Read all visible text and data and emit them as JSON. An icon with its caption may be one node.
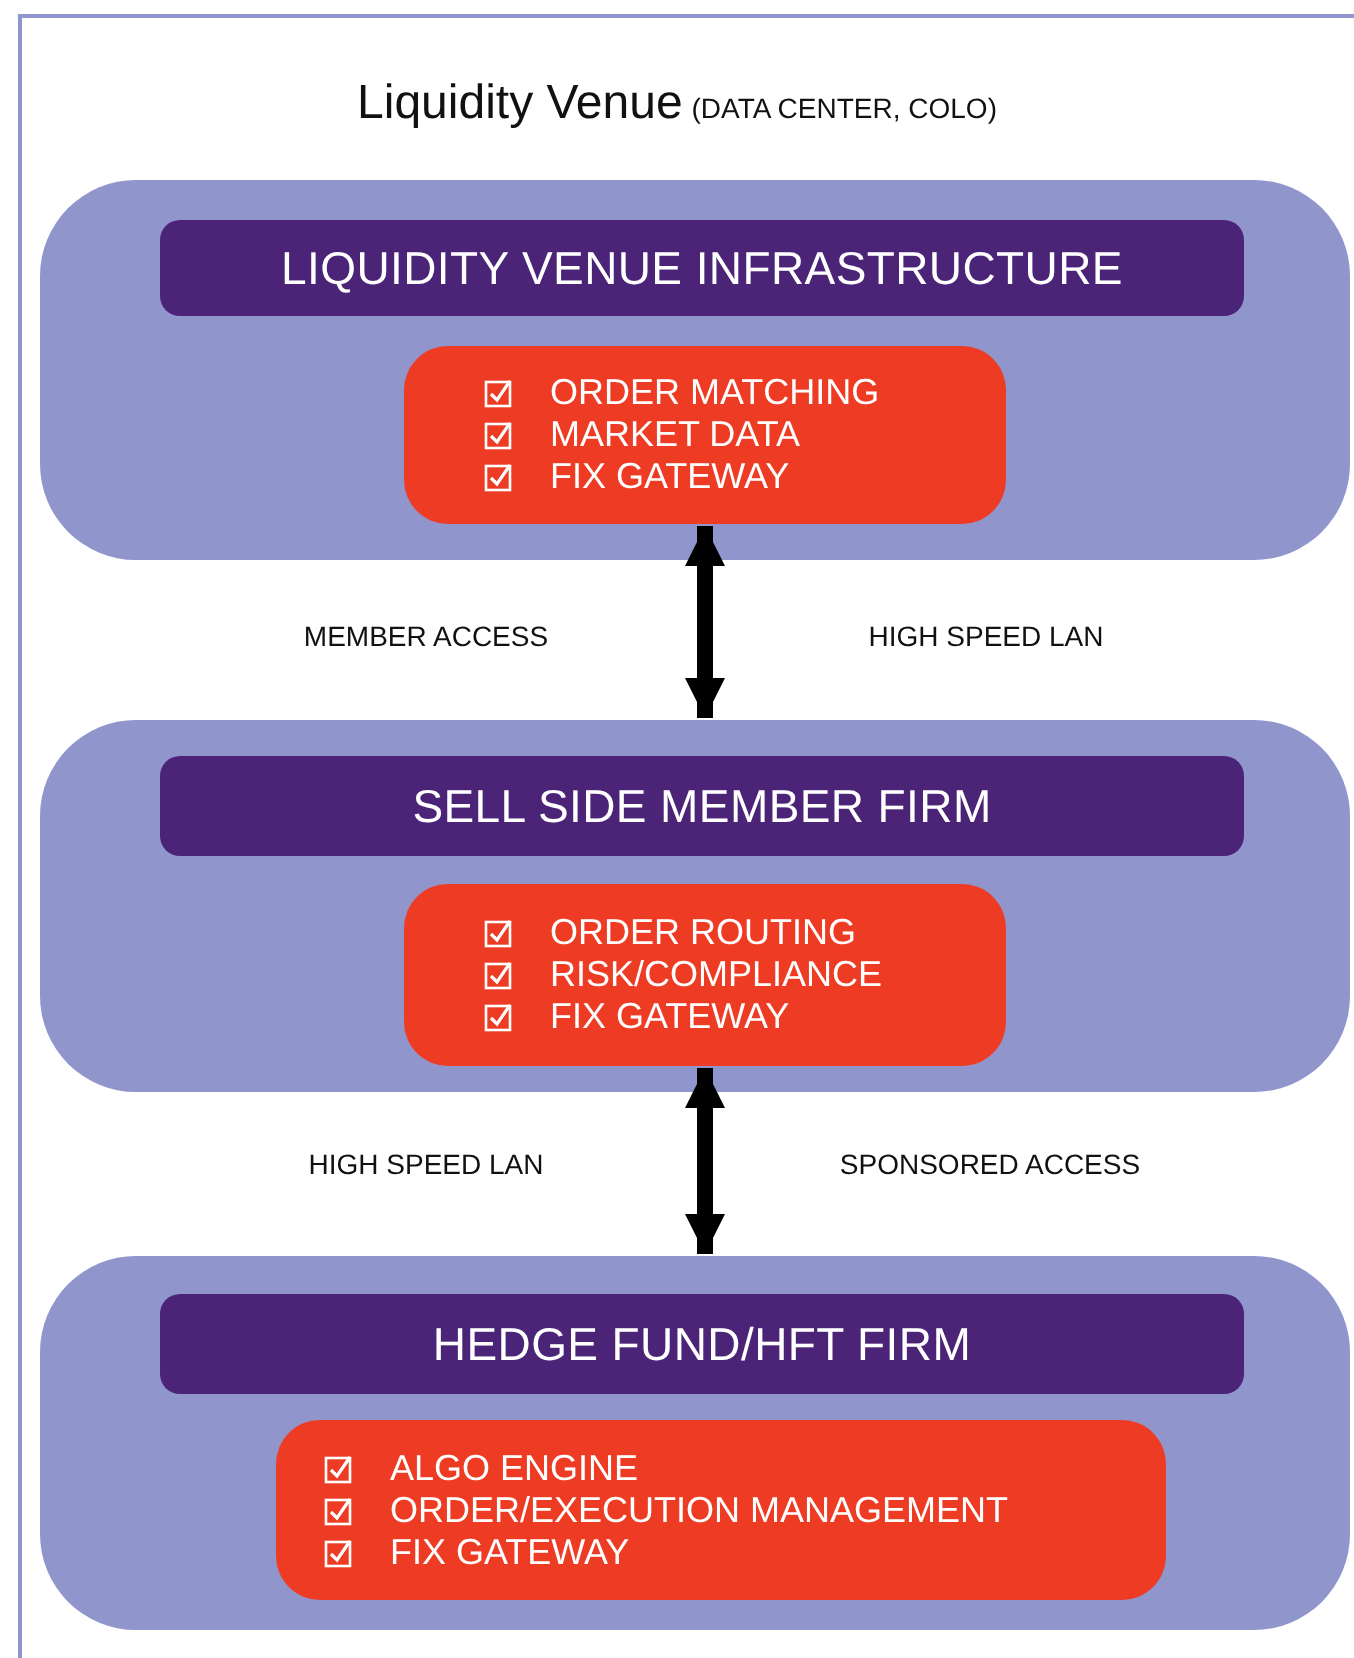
{
  "diagram": {
    "title": "Liquidity Venue",
    "nodes": [
      {
        "text": [],
        "shape": "box"
      },
      {
        "text": [
          "LIQUIDITY VENUE INFRASTRUCTURE"
        ],
        "in": 0
      },
      {
        "text": [
          "ORDER MATCHING",
          "MARKET DATA",
          "FIX GATEWAY"
        ],
        "in": 0
      },
      {
        "text": [],
        "shape": "box"
      },
      {
        "text": [
          "SELL SIDE MEMBER FIRM"
        ],
        "in": 3
      },
      {
        "text": [
          "ORDER ROUTING",
          "RISK/COMPLIANCE",
          "FIX GATEWAY"
        ],
        "in": 3
      },
      {
        "text": [],
        "shape": "box"
      },
      {
        "text": [
          "HEDGE FUND/HFT FIRM"
        ],
        "in": 6
      },
      {
        "text": [
          "ALGO ENGINE",
          "ORDER/EXECUTION MANAGEMENT",
          "FIX GATEWAY"
        ],
        "in": 6
      }
    ],
    "edges": [
      {
        "from": 2,
        "to": 3,
        "arrow": "both"
      },
      {
        "from": 5,
        "to": 6,
        "arrow": "both"
      }
    ],
    "labels": [
      "(DATA CENTER, COLO)",
      "MEMBER ACCESS",
      "HIGH SPEED LAN",
      "HIGH SPEED LAN",
      "SPONSORED ACCESS"
    ]
  }
}
